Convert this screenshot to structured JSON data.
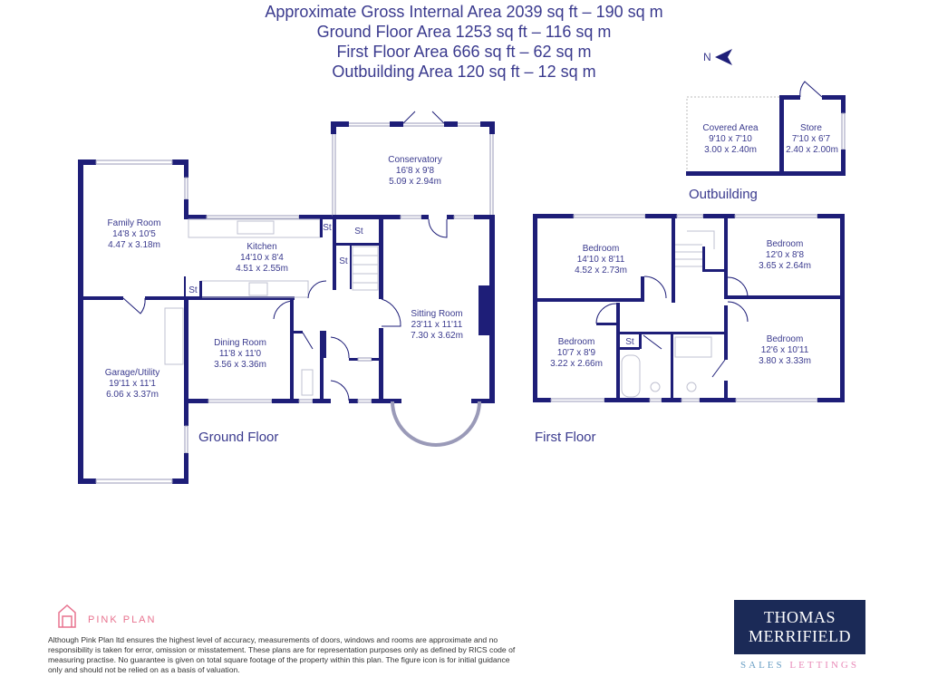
{
  "header": {
    "lines": [
      "Approximate Gross Internal Area 2039 sq ft – 190 sq m",
      "Ground Floor Area 1253 sq ft – 116 sq m",
      "First Floor Area 666 sq ft – 62 sq m",
      "Outbuilding Area 120 sq ft – 12 sq m"
    ]
  },
  "compass": {
    "label": "N"
  },
  "floors": {
    "ground": "Ground Floor",
    "first": "First Floor",
    "outbuilding": "Outbuilding"
  },
  "rooms": {
    "family": {
      "name": "Family Room",
      "imperial": "14'8 x 10'5",
      "metric": "4.47 x 3.18m"
    },
    "kitchen": {
      "name": "Kitchen",
      "imperial": "14'10 x 8'4",
      "metric": "4.51 x 2.55m"
    },
    "conservatory": {
      "name": "Conservatory",
      "imperial": "16'8 x 9'8",
      "metric": "5.09 x 2.94m"
    },
    "sitting": {
      "name": "Sitting Room",
      "imperial": "23'11 x 11'11",
      "metric": "7.30 x 3.62m"
    },
    "dining": {
      "name": "Dining Room",
      "imperial": "11'8 x 11'0",
      "metric": "3.56 x 3.36m"
    },
    "garage": {
      "name": "Garage/Utility",
      "imperial": "19'11 x 11'1",
      "metric": "6.06 x 3.37m"
    },
    "bed1": {
      "name": "Bedroom",
      "imperial": "14'10 x 8'11",
      "metric": "4.52 x 2.73m"
    },
    "bed2": {
      "name": "Bedroom",
      "imperial": "12'0 x 8'8",
      "metric": "3.65 x 2.64m"
    },
    "bed3": {
      "name": "Bedroom",
      "imperial": "10'7 x 8'9",
      "metric": "3.22 x 2.66m"
    },
    "bed4": {
      "name": "Bedroom",
      "imperial": "12'6 x 10'11",
      "metric": "3.80 x 3.33m"
    },
    "covered": {
      "name": "Covered Area",
      "imperial": "9'10 x 7'10",
      "metric": "3.00 x 2.40m"
    },
    "store": {
      "name": "Store",
      "imperial": "7'10 x 6'7",
      "metric": "2.40 x 2.00m"
    }
  },
  "storage_label": "St",
  "footer": {
    "brand": "PINK PLAN",
    "disclaimer": "Although Pink Plan ltd ensures the highest level of accuracy, measurements of doors, windows and rooms are approximate and no responsibility is taken for error, omission or misstatement. These plans are for representation purposes only as defined by RICS code of measuring practise. No guarantee is given on total square footage of the property within this plan. The figure icon is for initial guidance only and should not be relied on as a basis of valuation.",
    "agent_line1": "THOMAS",
    "agent_line2": "MERRIFIELD",
    "agent_sales": "SALES",
    "agent_lettings": "LETTINGS"
  },
  "colors": {
    "wall": "#1e1e78",
    "text": "#3a3a8e",
    "pink": "#e8738f",
    "agent_bg": "#1b2a57",
    "sales": "#6a9fc4",
    "lettings": "#e88bb8"
  }
}
